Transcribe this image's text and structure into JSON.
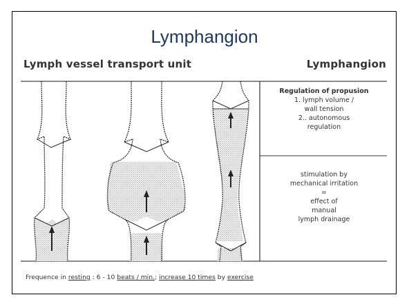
{
  "slide": {
    "title": "Lymphangion",
    "heading_left": "Lymph vessel transport unit",
    "heading_right": "Lymphangion"
  },
  "regulation": {
    "title": "Regulation of propusion",
    "item1_line1": "1. lymph volume /",
    "item1_line2": "wall tension",
    "item2_line1": "2.. autonomous",
    "item2_line2": "regulation"
  },
  "stimulation": {
    "line1": "stimulation by",
    "line2": "mechanical irritation",
    "line3": "=",
    "line4": "effect of",
    "line5": "manual",
    "line6": "lymph drainage"
  },
  "footer": {
    "part1": "Frequence in",
    "part2": "resting",
    "part3": ": 6  - 10",
    "part4": "beats / min.",
    "part5": ";",
    "part6": "increase 10 times",
    "part7": "by",
    "part8": "exercise"
  },
  "colors": {
    "title": "#1f3864",
    "ink": "#333333",
    "fill_dots": "#9a9a9a"
  }
}
